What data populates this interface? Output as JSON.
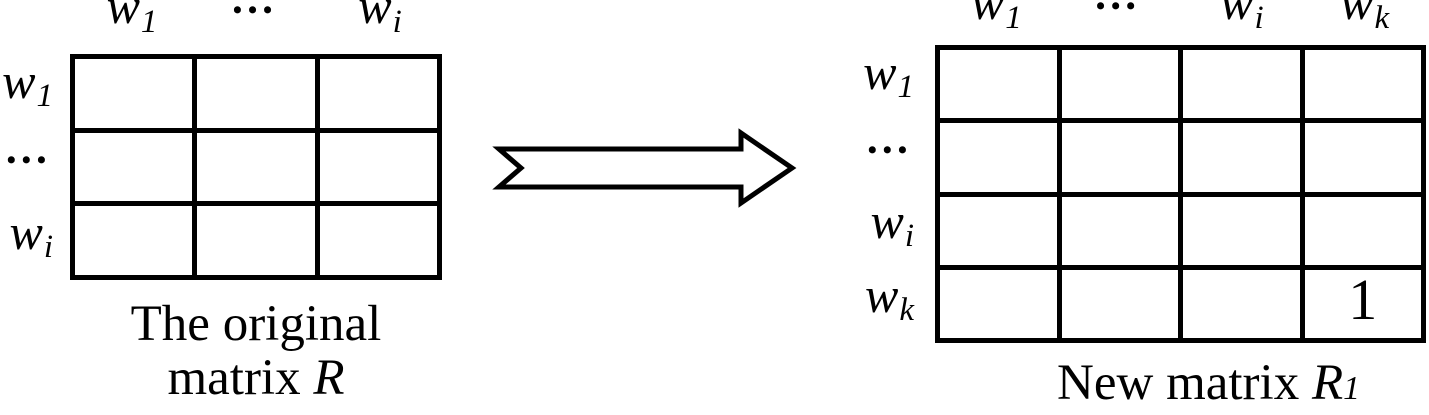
{
  "figure": {
    "background_color": "#ffffff",
    "ink_color": "#000000"
  },
  "left_matrix": {
    "rows": 3,
    "cols": 3,
    "col_labels": [
      {
        "base": "w",
        "sub": "1"
      },
      {
        "base": "•••",
        "sub": ""
      },
      {
        "base": "w",
        "sub": "i"
      }
    ],
    "row_labels": [
      {
        "base": "w",
        "sub": "1"
      },
      {
        "base": "•••",
        "sub": ""
      },
      {
        "base": "w",
        "sub": "i"
      }
    ],
    "cells": [
      [
        "",
        "",
        ""
      ],
      [
        "",
        "",
        ""
      ],
      [
        "",
        "",
        ""
      ]
    ],
    "caption": {
      "line1": "The original",
      "line2_text": "matrix",
      "line2_var": "R"
    }
  },
  "arrow": {
    "direction": "right",
    "style": "outlined block arrow with chevron tail"
  },
  "right_matrix": {
    "rows": 4,
    "cols": 4,
    "col_labels": [
      {
        "base": "w",
        "sub": "1"
      },
      {
        "base": "•••",
        "sub": ""
      },
      {
        "base": "w",
        "sub": "i"
      },
      {
        "base": "w",
        "sub": "k"
      }
    ],
    "row_labels": [
      {
        "base": "w",
        "sub": "1"
      },
      {
        "base": "•••",
        "sub": ""
      },
      {
        "base": "w",
        "sub": "i"
      },
      {
        "base": "w",
        "sub": "k"
      }
    ],
    "cells": [
      [
        "",
        "",
        "",
        ""
      ],
      [
        "",
        "",
        "",
        ""
      ],
      [
        "",
        "",
        "",
        ""
      ],
      [
        "",
        "",
        "",
        "1"
      ]
    ],
    "caption": {
      "text": "New matrix",
      "var": "R",
      "var_sub": "1"
    }
  }
}
